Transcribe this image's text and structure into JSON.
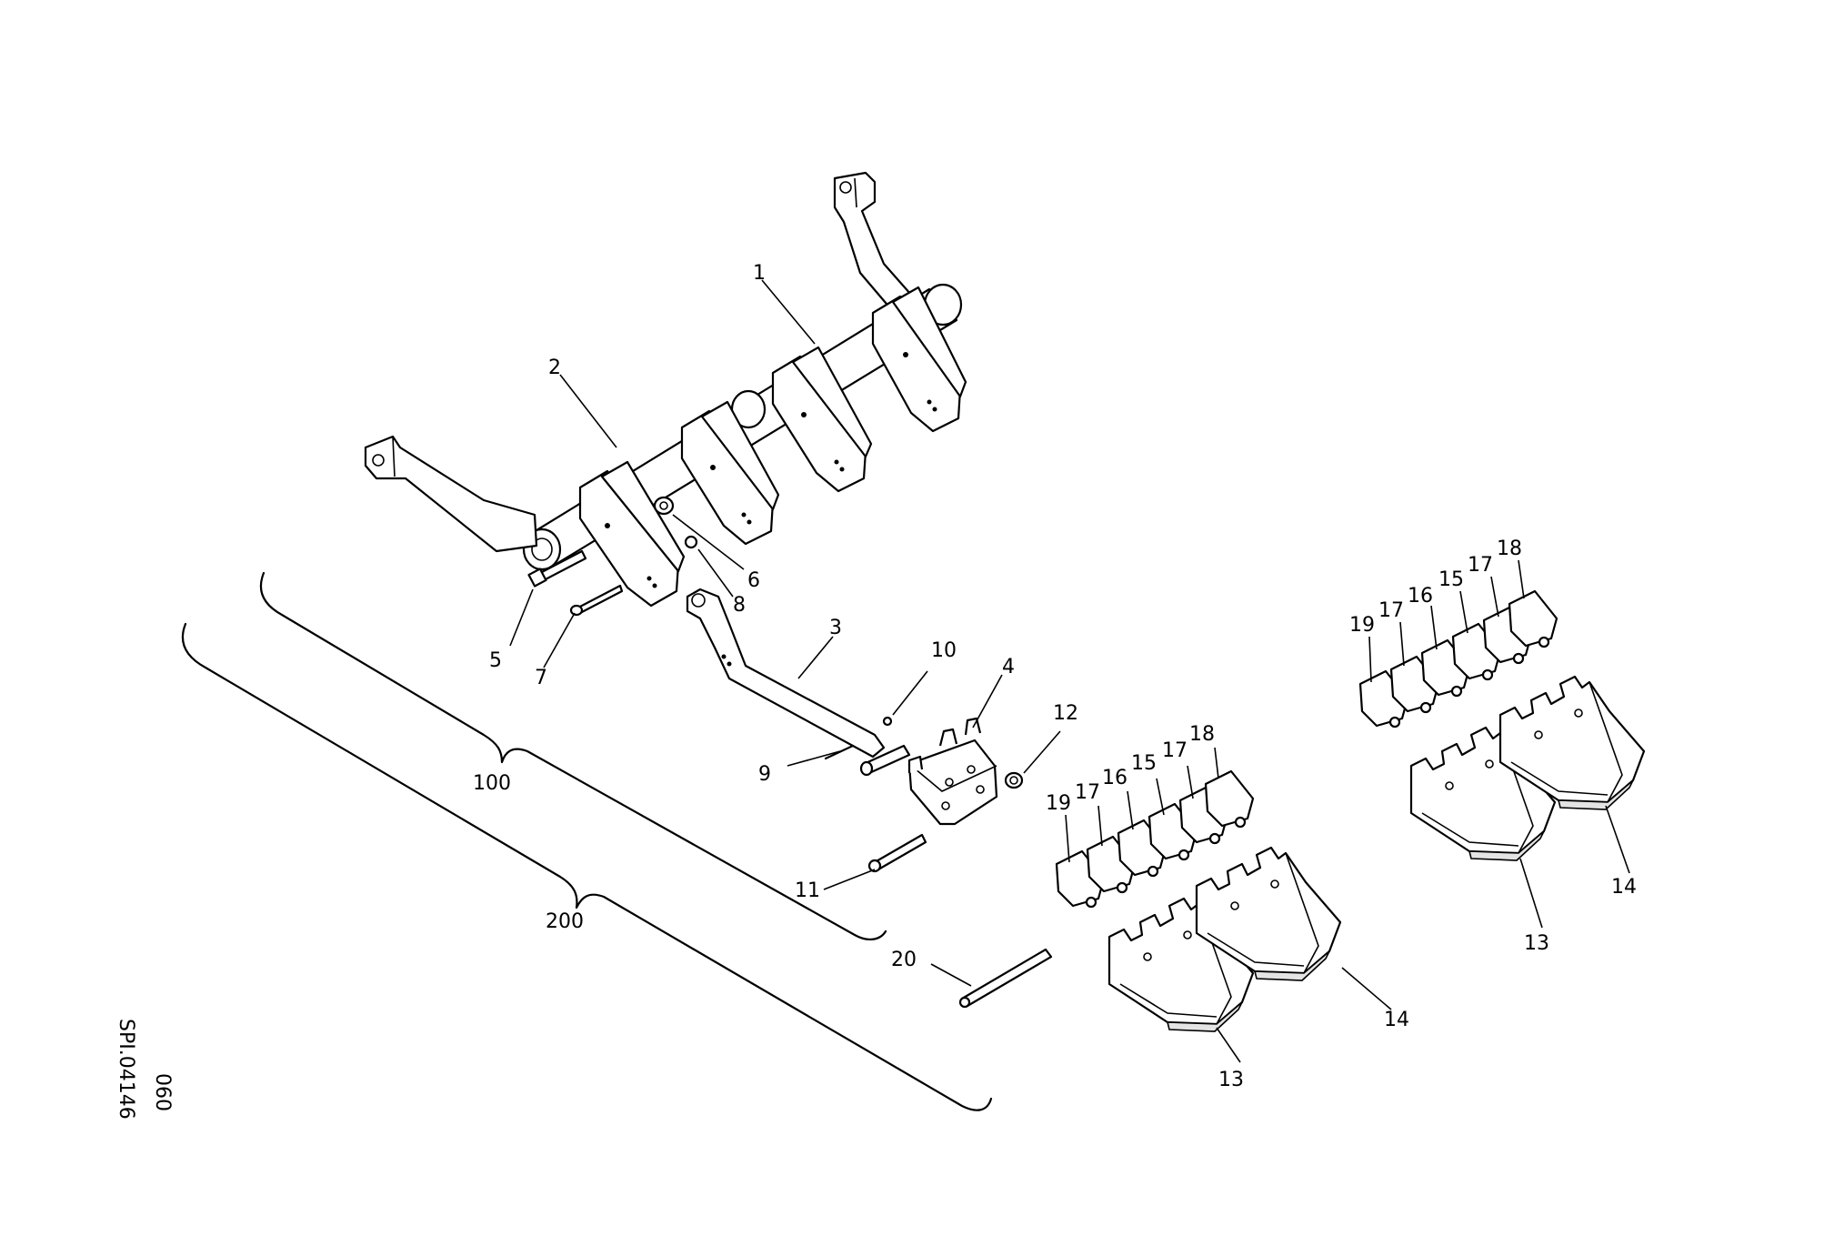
{
  "diagram": {
    "code": "SPI.04146",
    "code_sub": "060",
    "labels": [
      {
        "id": "l1",
        "text": "1"
      },
      {
        "id": "l2",
        "text": "2"
      },
      {
        "id": "l3",
        "text": "3"
      },
      {
        "id": "l4",
        "text": "4"
      },
      {
        "id": "l5",
        "text": "5"
      },
      {
        "id": "l6",
        "text": "6"
      },
      {
        "id": "l7",
        "text": "7"
      },
      {
        "id": "l8",
        "text": "8"
      },
      {
        "id": "l9",
        "text": "9"
      },
      {
        "id": "l10",
        "text": "10"
      },
      {
        "id": "l11",
        "text": "11"
      },
      {
        "id": "l12",
        "text": "12"
      },
      {
        "id": "l20",
        "text": "20"
      },
      {
        "id": "l100",
        "text": "100"
      },
      {
        "id": "l200",
        "text": "200"
      },
      {
        "id": "m19",
        "text": "19"
      },
      {
        "id": "m17a",
        "text": "17"
      },
      {
        "id": "m16",
        "text": "16"
      },
      {
        "id": "m15",
        "text": "15"
      },
      {
        "id": "m17b",
        "text": "17"
      },
      {
        "id": "m18",
        "text": "18"
      },
      {
        "id": "m13",
        "text": "13"
      },
      {
        "id": "m14",
        "text": "14"
      },
      {
        "id": "r19",
        "text": "19"
      },
      {
        "id": "r17a",
        "text": "17"
      },
      {
        "id": "r16",
        "text": "16"
      },
      {
        "id": "r15",
        "text": "15"
      },
      {
        "id": "r17b",
        "text": "17"
      },
      {
        "id": "r18",
        "text": "18"
      },
      {
        "id": "r13",
        "text": "13"
      },
      {
        "id": "r14",
        "text": "14"
      }
    ]
  }
}
